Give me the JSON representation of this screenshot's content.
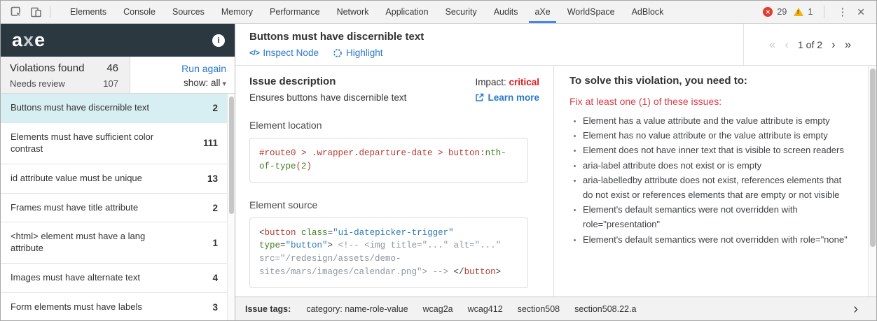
{
  "devtools": {
    "tabs": [
      {
        "label": "Elements",
        "active": false
      },
      {
        "label": "Console",
        "active": false
      },
      {
        "label": "Sources",
        "active": false
      },
      {
        "label": "Memory",
        "active": false
      },
      {
        "label": "Performance",
        "active": false
      },
      {
        "label": "Network",
        "active": false
      },
      {
        "label": "Application",
        "active": false
      },
      {
        "label": "Security",
        "active": false
      },
      {
        "label": "Audits",
        "active": false
      },
      {
        "label": "aXe",
        "active": true
      },
      {
        "label": "WorldSpace",
        "active": false
      },
      {
        "label": "AdBlock",
        "active": false
      }
    ],
    "error_icon": "✕",
    "error_count": "29",
    "warning_icon": "!",
    "warning_count": "1",
    "menu_icon": "⋮",
    "close_icon": "✕"
  },
  "sidebar": {
    "logo": "axe",
    "summary": {
      "violations_label": "Violations found",
      "violations_count": "46",
      "review_label": "Needs review",
      "review_count": "107",
      "run_again": "Run again",
      "show_label": "show: all",
      "caret": "▾"
    },
    "violations": [
      {
        "label": "Buttons must have discernible text",
        "count": "2",
        "selected": true
      },
      {
        "label": "Elements must have sufficient color contrast",
        "count": "111",
        "selected": false
      },
      {
        "label": "id attribute value must be unique",
        "count": "13",
        "selected": false
      },
      {
        "label": "Frames must have title attribute",
        "count": "2",
        "selected": false
      },
      {
        "label": "<html> element must have a lang attribute",
        "count": "1",
        "selected": false
      },
      {
        "label": "Images must have alternate text",
        "count": "4",
        "selected": false
      },
      {
        "label": "Form elements must have labels",
        "count": "3",
        "selected": false
      }
    ]
  },
  "main": {
    "title": "Buttons must have discernible text",
    "inspect_node_icon": "</>",
    "inspect_node": "Inspect Node",
    "highlight": "Highlight",
    "pagination": {
      "first": "«",
      "prev": "‹",
      "label": "1 of 2",
      "next": "›",
      "last": "»"
    },
    "issue": {
      "heading": "Issue description",
      "description": "Ensures buttons have discernible text",
      "impact_label": "Impact:",
      "impact_value": "critical",
      "learn_more": "Learn more"
    },
    "element_location": {
      "heading": "Element location",
      "tokens": [
        {
          "c": "red",
          "t": "#route0 > .wrapper.departure-date > button:"
        },
        {
          "c": "green",
          "t": "nth-of-type"
        },
        {
          "c": "red",
          "t": "("
        },
        {
          "c": "green",
          "t": "2"
        },
        {
          "c": "red",
          "t": ")"
        }
      ]
    },
    "element_source": {
      "heading": "Element source",
      "tokens": [
        {
          "c": "dark",
          "t": "<"
        },
        {
          "c": "red",
          "t": "button"
        },
        {
          "c": "dark",
          "t": " "
        },
        {
          "c": "green",
          "t": "class"
        },
        {
          "c": "dark",
          "t": "="
        },
        {
          "c": "blue",
          "t": "\"ui-datepicker-trigger\""
        },
        {
          "c": "dark",
          "t": " "
        },
        {
          "c": "green",
          "t": "type"
        },
        {
          "c": "dark",
          "t": "="
        },
        {
          "c": "blue",
          "t": "\"button\""
        },
        {
          "c": "dark",
          "t": "> "
        },
        {
          "c": "gray",
          "t": "<!-- <img title=\"...\" alt=\"...\" src=\"/redesign/assets/demo-sites/mars/images/calendar.png\"> -->"
        },
        {
          "c": "dark",
          "t": " </"
        },
        {
          "c": "red",
          "t": "button"
        },
        {
          "c": "dark",
          "t": ">"
        }
      ]
    },
    "solve": {
      "heading": "To solve this violation, you need to:",
      "fix_label": "Fix at least one (1) of these issues:",
      "items": [
        "Element has a value attribute and the value attribute is empty",
        "Element has no value attribute or the value attribute is empty",
        "Element does not have inner text that is visible to screen readers",
        "aria-label attribute does not exist or is empty",
        "aria-labelledby attribute does not exist, references elements that do not exist or references elements that are empty or not visible",
        "Element's default semantics were not overridden with role=\"presentation\"",
        "Element's default semantics were not overridden with role=\"none\""
      ]
    },
    "tags": {
      "label": "Issue tags:",
      "items": [
        "category: name-role-value",
        "wcag2a",
        "wcag412",
        "section508",
        "section508.22.a"
      ],
      "chevron": "›"
    }
  },
  "colors": {
    "brand_dark": "#2b3840",
    "link_blue": "#2878cc",
    "tab_underline_blue": "#4285f4",
    "critical_red": "#e01a1a",
    "fix_red": "#d9404a",
    "selected_row_bg": "#d7eef3",
    "error_badge_red": "#e23b31",
    "warning_badge_yellow": "#f2b10e"
  }
}
